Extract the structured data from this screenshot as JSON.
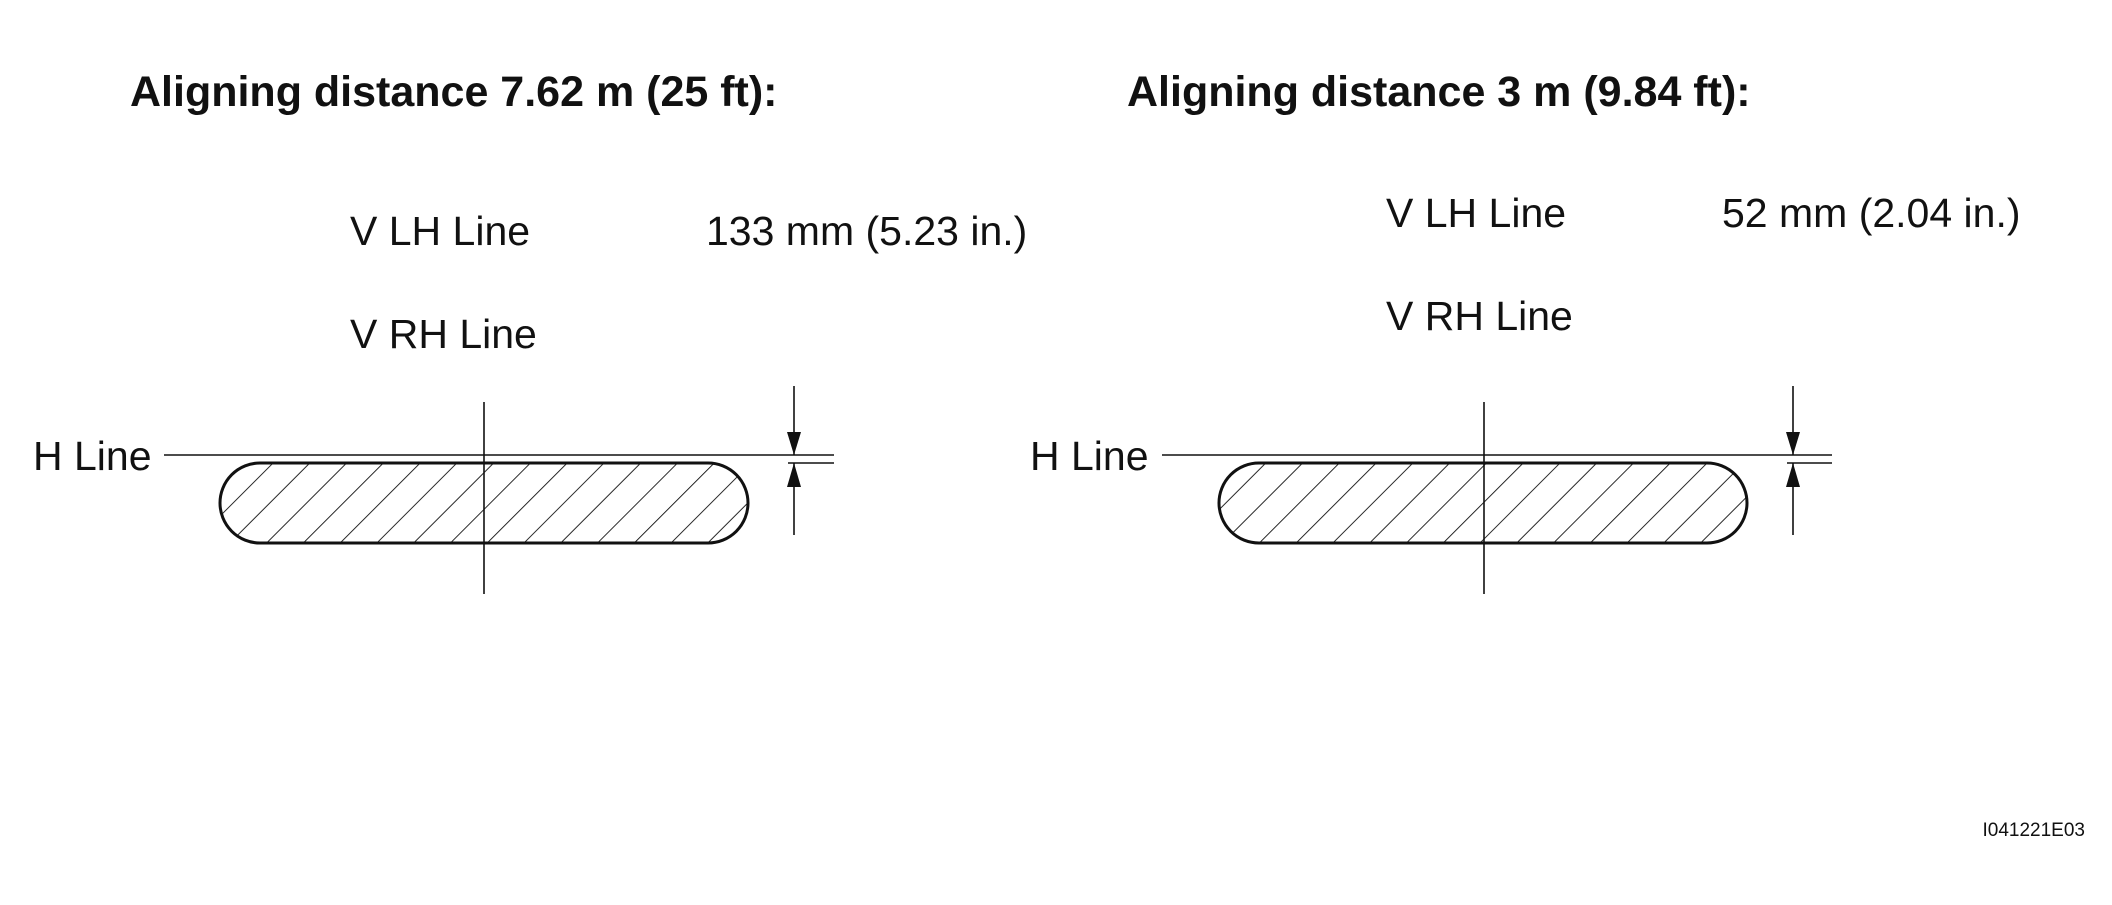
{
  "panels": [
    {
      "title": "Aligning distance 7.62 m (25 ft):",
      "v_lh_label": "V LH Line",
      "v_lh_value": "133 mm (5.23 in.)",
      "v_rh_label": "V RH Line",
      "h_line_label": "H Line"
    },
    {
      "title": "Aligning distance 3 m (9.84 ft):",
      "v_lh_label": "V LH Line",
      "v_lh_value": "52 mm (2.04 in.)",
      "v_rh_label": "V RH Line",
      "h_line_label": "H Line"
    }
  ],
  "figure_code": "I041221E03"
}
